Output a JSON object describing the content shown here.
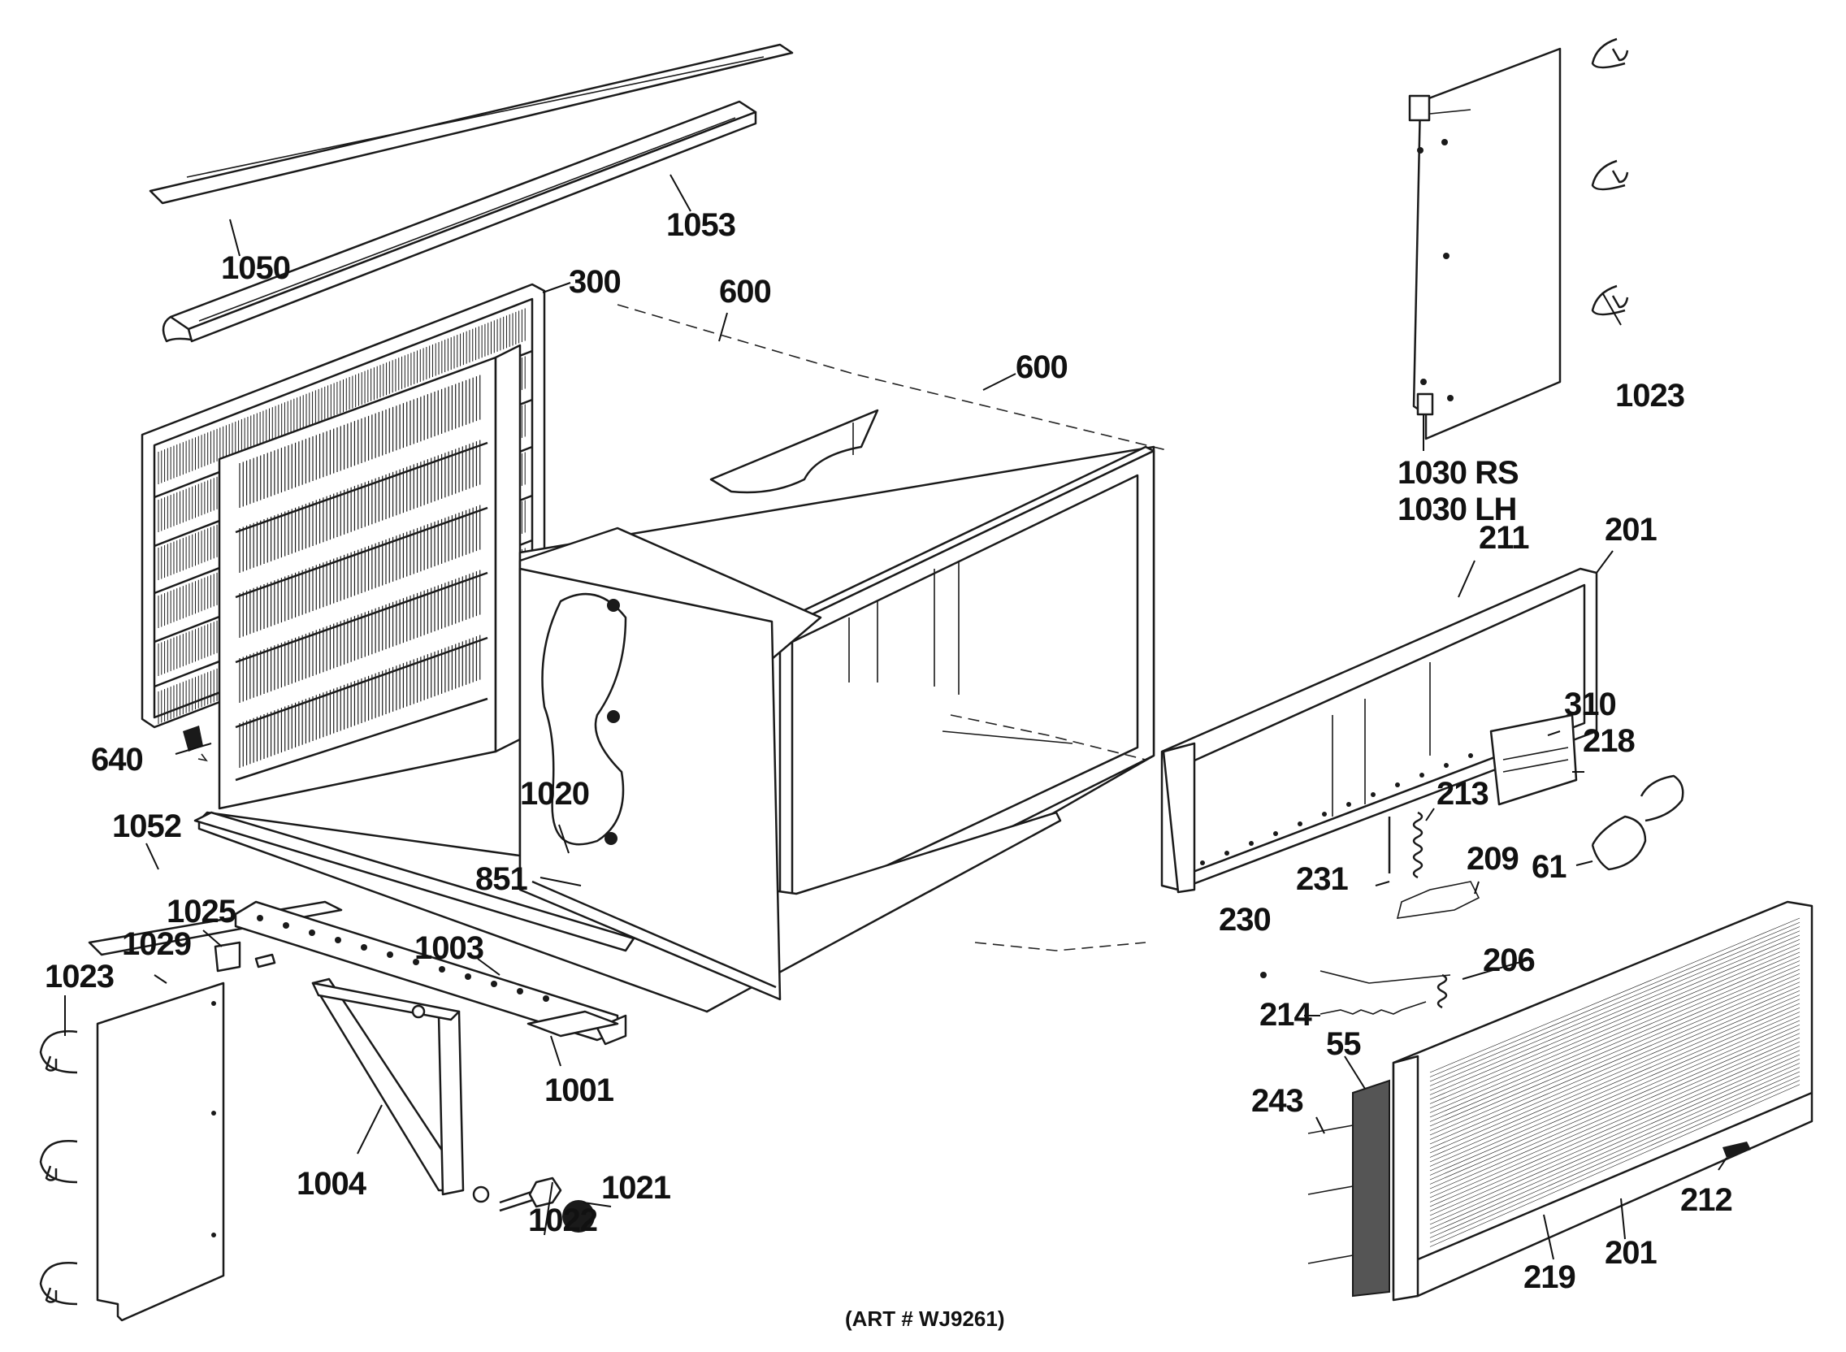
{
  "labels": {
    "l1050": "1050",
    "l1053": "1053",
    "l300": "300",
    "l600a": "600",
    "l600b": "600",
    "l640": "640",
    "l1052": "1052",
    "l1025": "1025",
    "l1029": "1029",
    "l1023a": "1023",
    "l1020": "1020",
    "l851": "851",
    "l1003": "1003",
    "l1001": "1001",
    "l1004": "1004",
    "l1022": "1022",
    "l1021": "1021",
    "l1023b": "1023",
    "l1030rs": "1030 RS",
    "l1030lh": "1030 LH",
    "l211": "211",
    "l201a": "201",
    "l310": "310",
    "l218": "218",
    "l213": "213",
    "l61": "61",
    "l209": "209",
    "l231": "231",
    "l230": "230",
    "l206": "206",
    "l214": "214",
    "l55": "55",
    "l243": "243",
    "l212": "212",
    "l219": "219",
    "l201b": "201"
  },
  "caption": "(ART # WJ9261)"
}
